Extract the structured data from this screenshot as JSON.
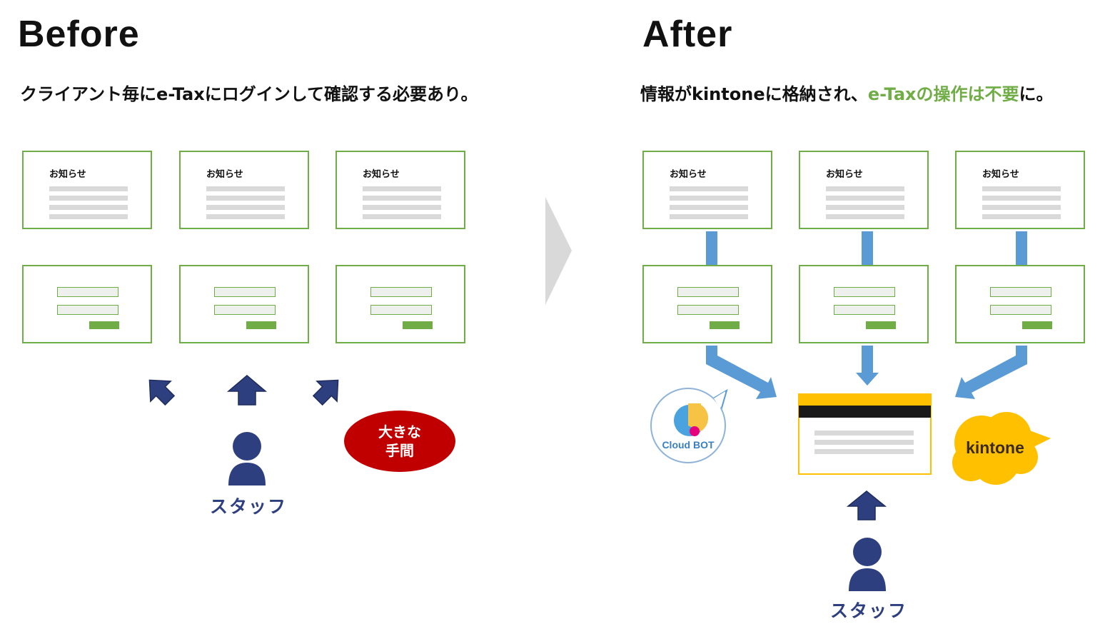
{
  "before": {
    "title": "Before",
    "subtitle": "クライアント毎にe-Taxにログインして確認する必要あり。",
    "notice_label": "お知らせ",
    "staff_label": "スタッフ",
    "callout": {
      "line1": "大きな",
      "line2": "手間"
    }
  },
  "after": {
    "title": "After",
    "subtitle_part1": "情報がkintoneに格納され、",
    "subtitle_highlight": "e-Taxの操作は不要",
    "subtitle_part3": "に。",
    "notice_label": "お知らせ",
    "staff_label": "スタッフ",
    "cloudbot_logo": "Cloud BOT",
    "kintone_logo": "kintone"
  },
  "colors": {
    "green": "#70ad47",
    "arrow_navy": "#2e3f80",
    "connector_blue": "#5b9bd5",
    "callout_red": "#c00000",
    "kintone_yellow": "#ffc000",
    "placeholder_gray": "#d9d9d9"
  },
  "icons": [
    "person-icon",
    "up-arrow-icon",
    "chevron-right-icon",
    "cloudbot-logo",
    "kintone-logo"
  ]
}
